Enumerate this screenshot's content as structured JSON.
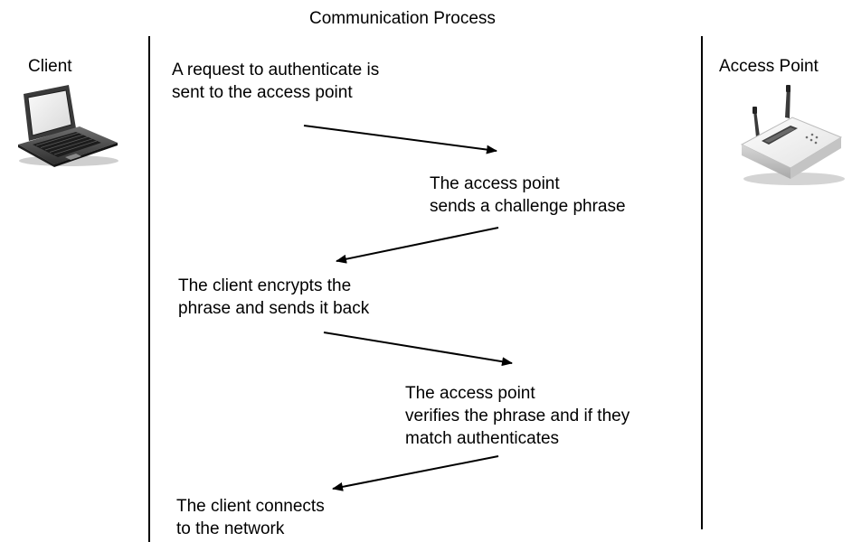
{
  "diagram": {
    "title": "Communication Process",
    "client_label": "Client",
    "access_point_label": "Access Point",
    "steps": [
      {
        "text": "A request to authenticate is\nsent to the access point",
        "direction": "client-to-access-point"
      },
      {
        "text": "The access point\nsends a challenge phrase",
        "direction": "access-point-to-client"
      },
      {
        "text": "The client encrypts the\nphrase and sends it back",
        "direction": "client-to-access-point"
      },
      {
        "text": "The access point\nverifies the phrase and if they\nmatch authenticates",
        "direction": "access-point-to-client"
      },
      {
        "text": "The client connects\nto the network",
        "direction": "none"
      }
    ],
    "icons": [
      "laptop-icon",
      "wireless-router-icon"
    ]
  }
}
